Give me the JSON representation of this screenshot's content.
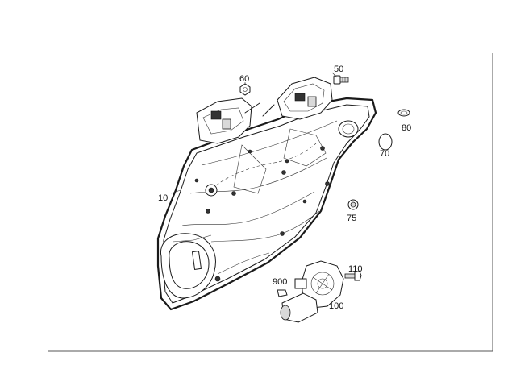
{
  "diagram": {
    "parts": [
      {
        "id": "door-panel",
        "callout": "10"
      },
      {
        "id": "screw",
        "callout": "50"
      },
      {
        "id": "nut",
        "callout": "60"
      },
      {
        "id": "plug",
        "callout": "70"
      },
      {
        "id": "grommet",
        "callout": "75"
      },
      {
        "id": "cap",
        "callout": "80"
      },
      {
        "id": "motor",
        "callout": "100"
      },
      {
        "id": "bolt",
        "callout": "110"
      },
      {
        "id": "clip",
        "callout": "900"
      }
    ]
  }
}
